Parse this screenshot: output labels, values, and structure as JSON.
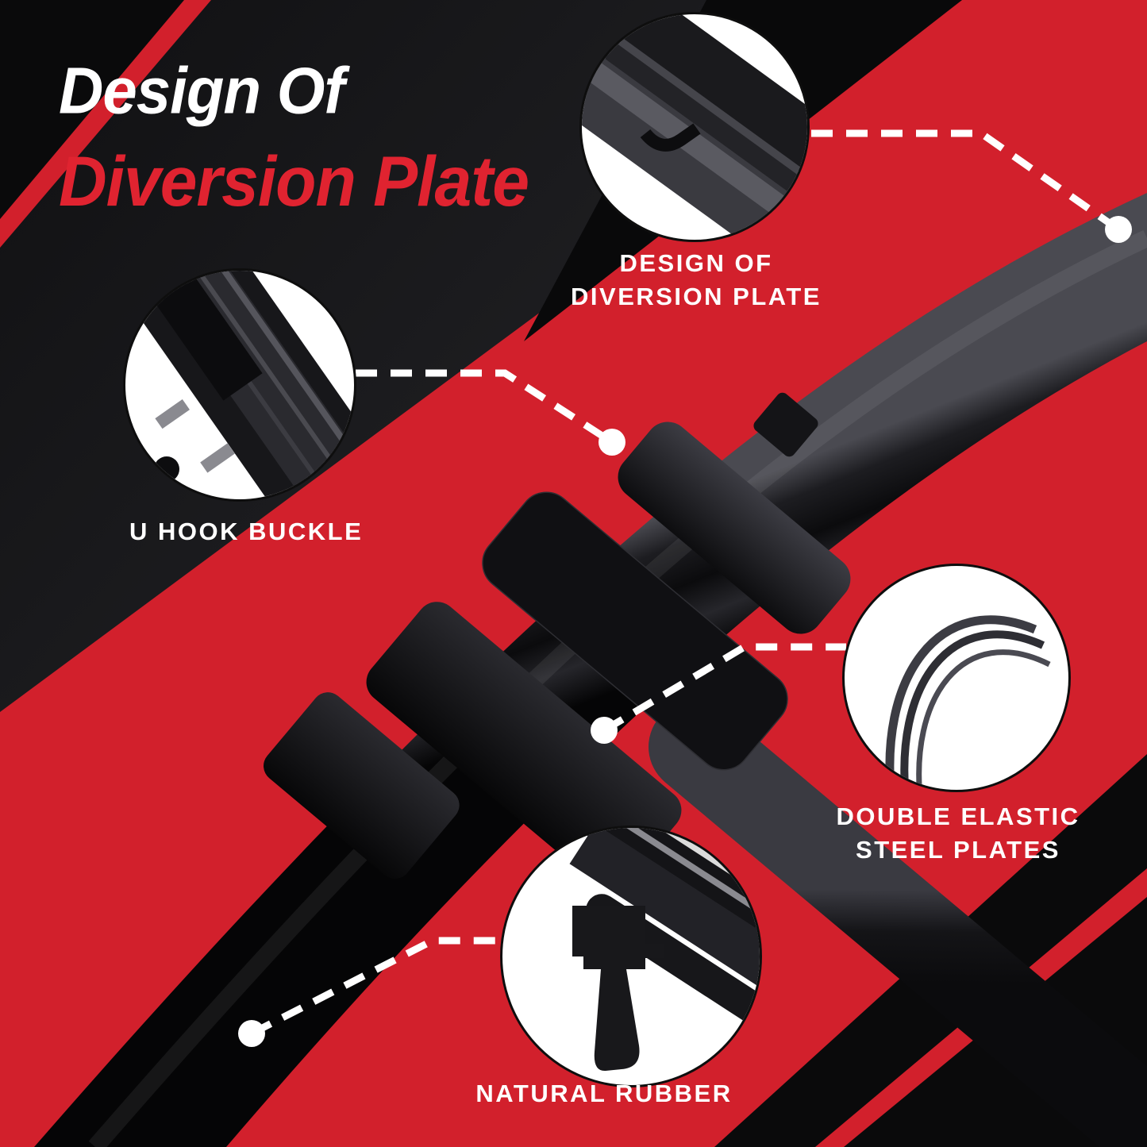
{
  "meta": {
    "description": "Windshield wiper blade product feature infographic",
    "canvas": "1445x1445"
  },
  "palette": {
    "red_background": "#d2202c",
    "charcoal_dark": "#101012",
    "charcoal_light": "#37373c",
    "black_band": "#09090a",
    "white": "#ffffff",
    "title_red": "#e02330"
  },
  "title": {
    "line1": "Design Of",
    "line2": "Diversion Plate"
  },
  "callouts": {
    "diversion_plate": {
      "line1": "DESIGN OF",
      "line2": "DIVERSION PLATE",
      "icon": "diversion-plate-closeup"
    },
    "u_hook": {
      "label": "U HOOK BUCKLE",
      "icon": "u-hook-buckle-closeup"
    },
    "steel_plates": {
      "line1": "DOUBLE ELASTIC",
      "line2": "STEEL PLATES",
      "icon": "double-elastic-steel-plates-closeup"
    },
    "natural_rubber": {
      "label": "NATURAL RUBBER",
      "icon": "natural-rubber-profile-closeup"
    }
  }
}
